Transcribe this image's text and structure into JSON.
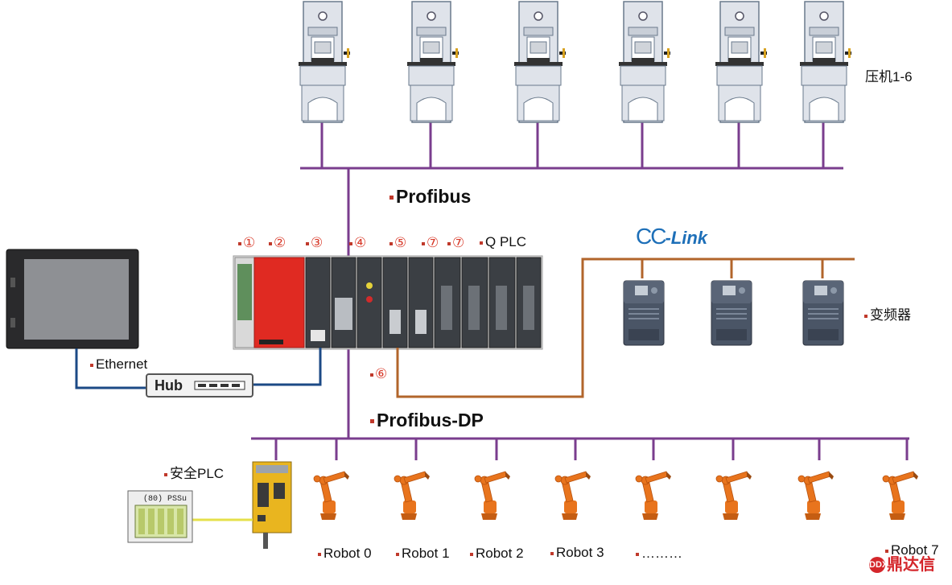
{
  "labels": {
    "presses": "压机1-6",
    "profibus": "Profibus",
    "qplc": "Q PLC",
    "cclink_cc": "CC",
    "cclink_link": "-Link",
    "inverter": "变频器",
    "ethernet": "Ethernet",
    "hub": "Hub",
    "profibus_dp": "Profibus-DP",
    "safety_plc": "安全PLC",
    "pssu": "(80) PSSu",
    "slot6": "⑥"
  },
  "slot_numbers": [
    "①",
    "②",
    "③",
    "④",
    "⑤",
    "⑦",
    "⑦"
  ],
  "robots": [
    "Robot 0",
    "Robot 1",
    "Robot 2",
    "Robot 3",
    "………",
    "Robot 7"
  ],
  "watermark": "鼎达信",
  "watermark_mark": "DDX",
  "colors": {
    "profibus_line": "#7a3d8e",
    "cclink_line": "#b2652b",
    "ethernet_line": "#1c4a86",
    "safety_line": "#e5e04a",
    "robot": "#e8741d",
    "plc_red": "#e02a22",
    "accent_red": "#c0392b",
    "cclink_text": "#1d6fb8"
  }
}
